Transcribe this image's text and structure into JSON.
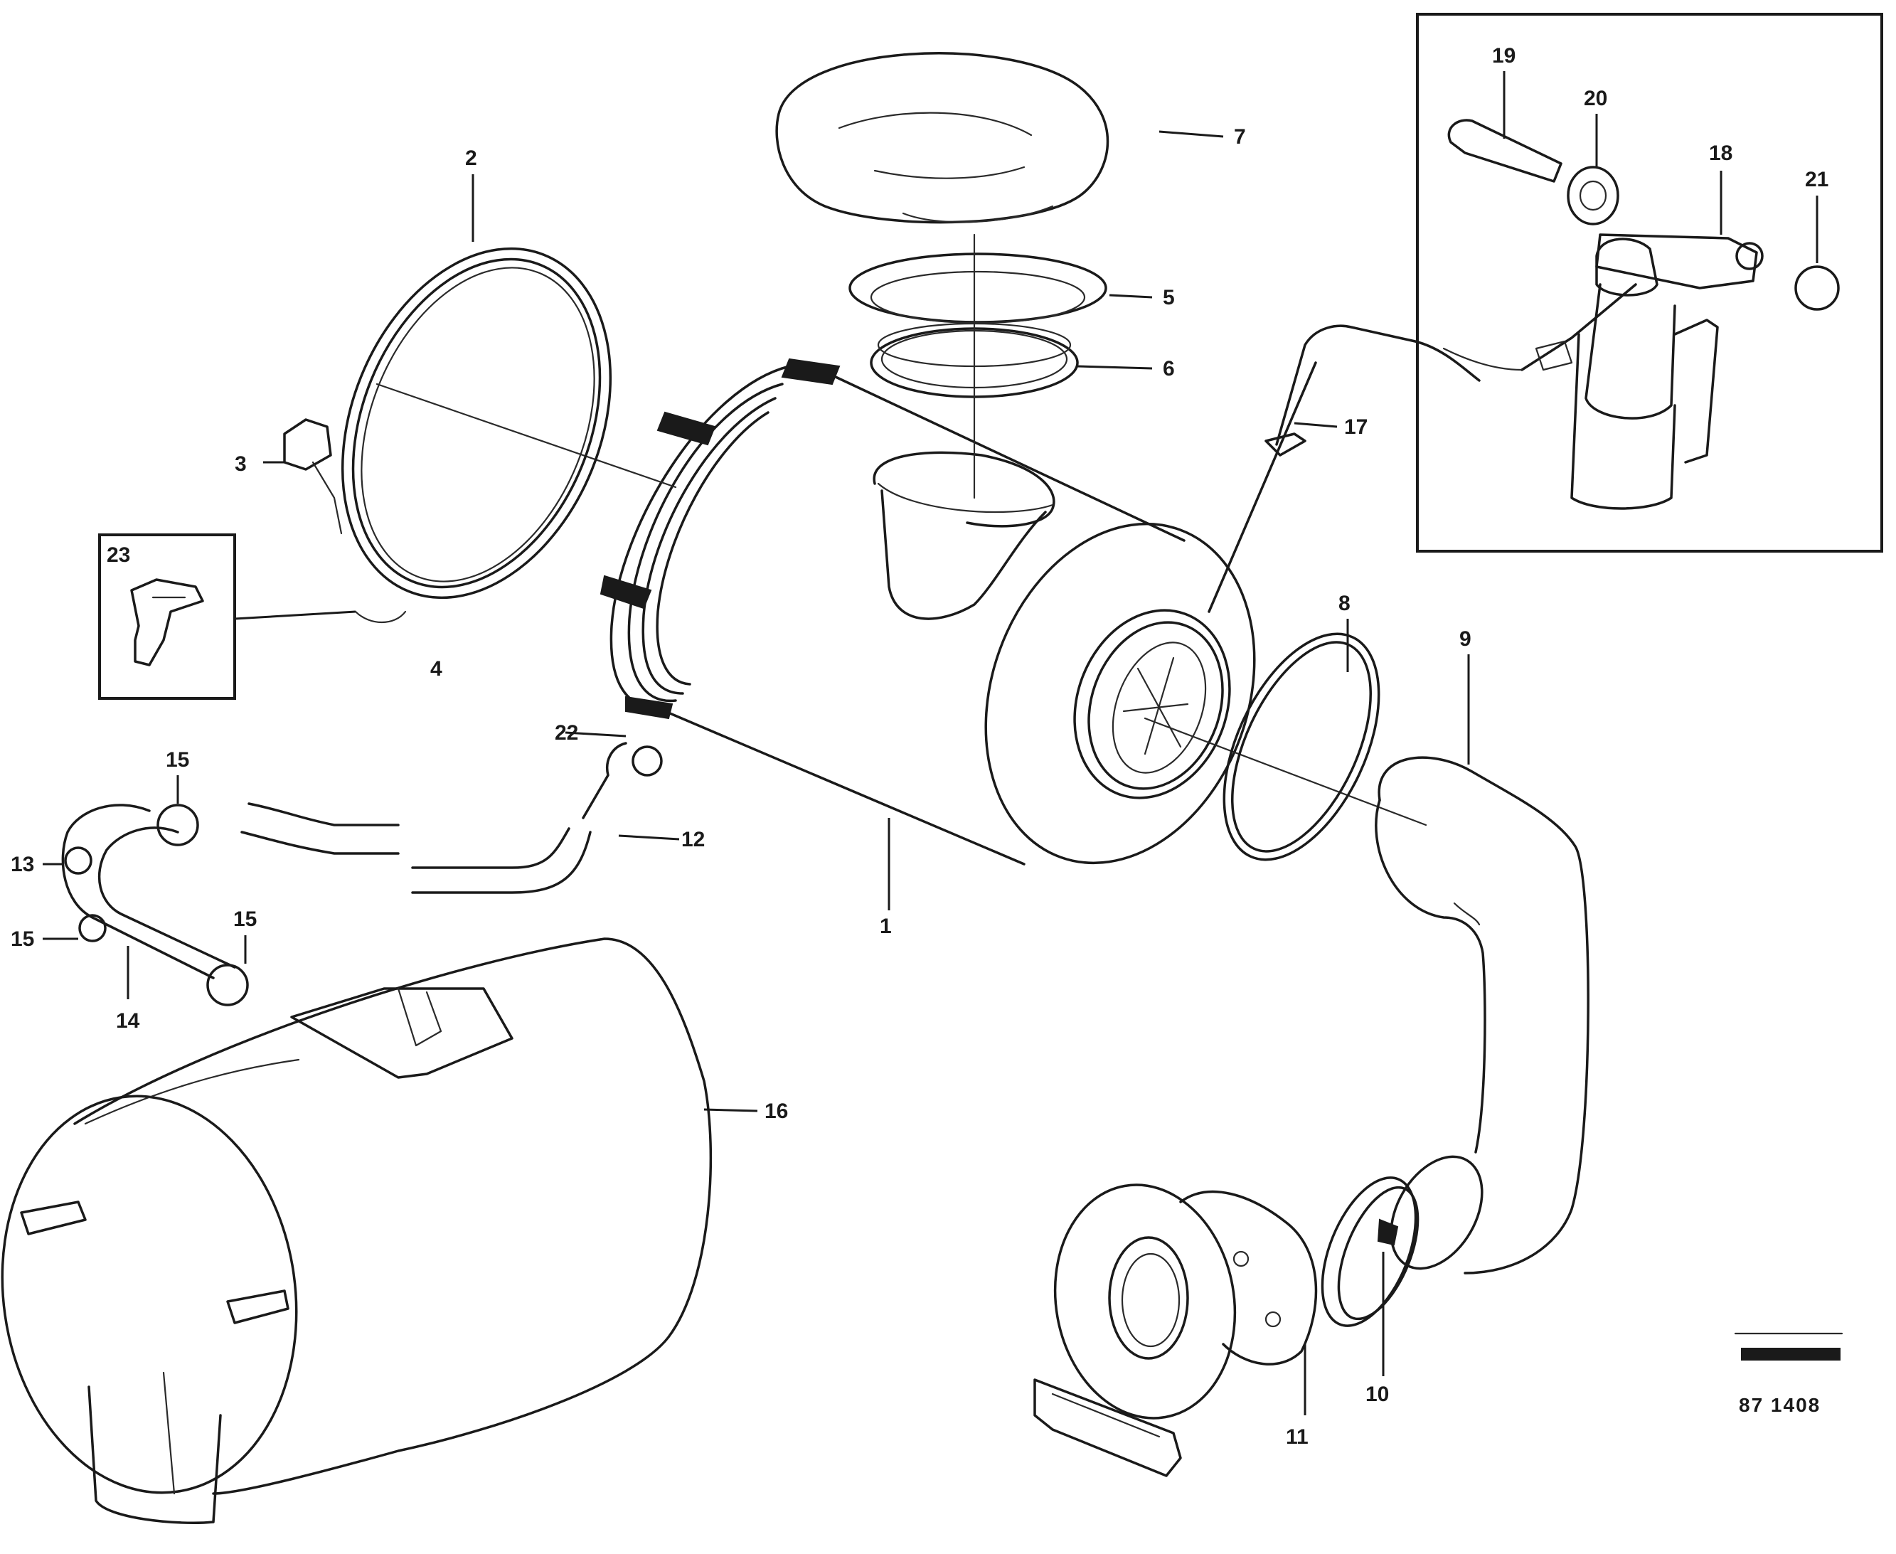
{
  "diagram": {
    "callouts": {
      "c1": "1",
      "c2": "2",
      "c3": "3",
      "c4": "4",
      "c5": "5",
      "c6": "6",
      "c7": "7",
      "c8": "8",
      "c9": "9",
      "c10": "10",
      "c11": "11",
      "c12": "12",
      "c13": "13",
      "c14": "14",
      "c15a": "15",
      "c15b": "15",
      "c15c": "15",
      "c16": "16",
      "c17": "17",
      "c18": "18",
      "c19": "19",
      "c20": "20",
      "c21": "21",
      "c22": "22",
      "c23": "23"
    },
    "reference_number": "87 1408"
  }
}
